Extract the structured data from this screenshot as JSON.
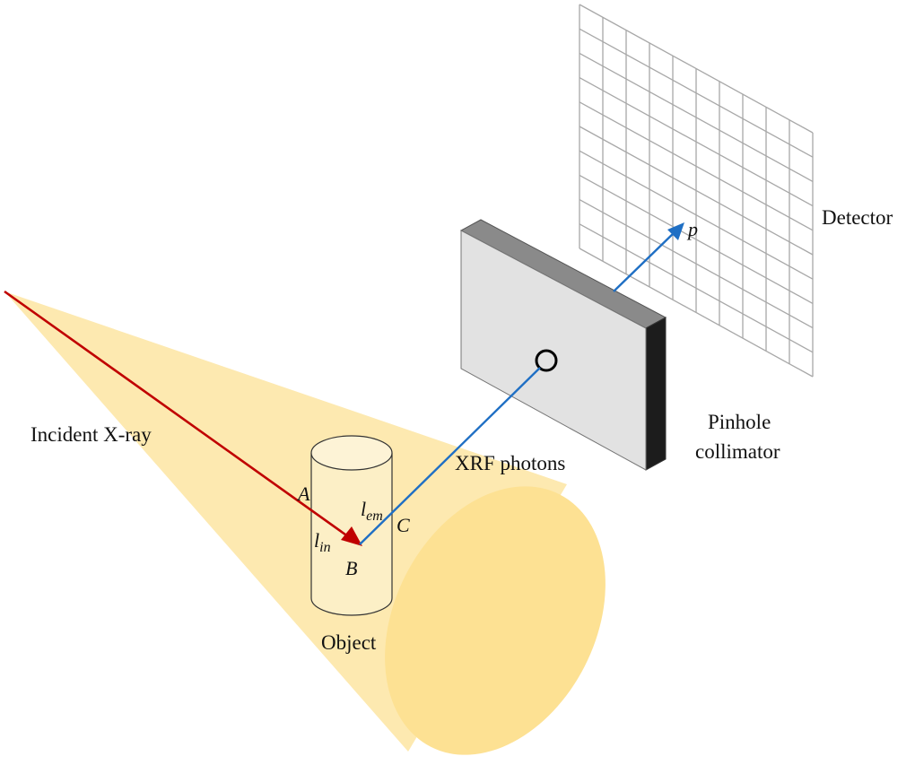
{
  "labels": {
    "incident": "Incident X-ray",
    "object": "Object",
    "xrf": "XRF photons",
    "pinhole_line1": "Pinhole",
    "pinhole_line2": "collimator",
    "detector": "Detector",
    "point_a": "A",
    "point_b": "B",
    "point_c": "C",
    "point_p": "p",
    "l_in_base": "l",
    "l_in_sub": "in",
    "l_em_base": "l",
    "l_em_sub": "em"
  },
  "colors": {
    "beam_fill": "#fde9b0",
    "beam_end": "#fde193",
    "incident_ray": "#c00000",
    "xrf_ray": "#1f6fc4",
    "collimator_face": "#e2e2e2",
    "collimator_top": "#8a8a8a",
    "collimator_side": "#1c1c1c",
    "detector_grid": "#a8a8a8"
  }
}
